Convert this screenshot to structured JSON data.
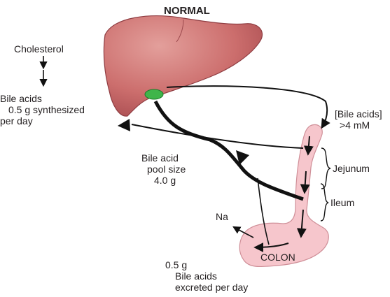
{
  "title": "NORMAL",
  "synthesis": {
    "cholesterol": "Cholesterol",
    "bile_acids": "Bile acids",
    "amount": "0.5 g synthesized",
    "per_day": "per day"
  },
  "pool": {
    "line1": "Bile acid",
    "line2": "pool size",
    "line3": "4.0 g"
  },
  "intestine": {
    "concentration_label": "[Bile acids]",
    "concentration_value": ">4 mM",
    "jejunum": "Jejunum",
    "ileum": "Ileum",
    "colon": "COLON",
    "sodium": "Na"
  },
  "excretion": {
    "amount": "0.5 g",
    "line2": "Bile acids",
    "line3": "excreted per day"
  },
  "colors": {
    "liver": "#c8686a",
    "liver_highlight": "#e09a96",
    "gallbladder": "#3fb54a",
    "intestine": "#f6c6cc",
    "intestine_outline": "#cf8f98",
    "arrow": "#111111"
  },
  "icons": [
    "liver",
    "gallbladder",
    "intestine",
    "arrow"
  ]
}
